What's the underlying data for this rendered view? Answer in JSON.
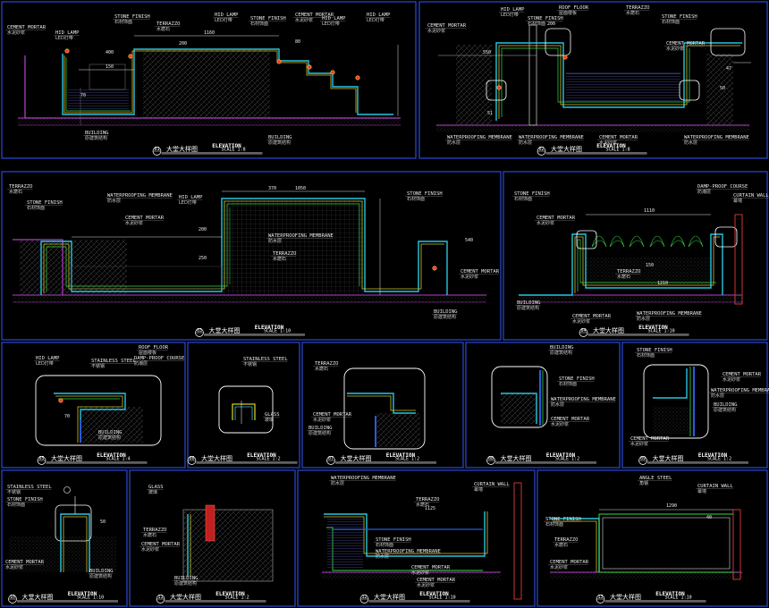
{
  "colors": {
    "background": "#000000",
    "frame": "#2a4ad8",
    "concrete": "#b03cc8",
    "stone": "#27c6e0",
    "mortar": "#d8c427",
    "waterproof": "#3ad84a",
    "dims": "#e0e0e0",
    "lamp": "#ff3a2a"
  },
  "panels": [
    {
      "num": "01",
      "title": "ELEVATION",
      "title_cn": "大堂大样图",
      "scale": "SCALE 1:8",
      "labels": [
        {
          "en": "CEMENT MORTAR",
          "cn": "水泥砂浆"
        },
        {
          "en": "HID LAMP",
          "cn": "LED灯带"
        },
        {
          "en": "STONE FINISH",
          "cn": "石材饰面"
        },
        {
          "en": "TERRAZZO",
          "cn": "水磨石"
        },
        {
          "en": "HID LAMP",
          "cn": "LED灯带"
        },
        {
          "en": "STONE FINISH",
          "cn": "石材饰面"
        },
        {
          "en": "CEMENT MORTAR",
          "cn": "水泥砂浆"
        },
        {
          "en": "HID LAMP",
          "cn": "LED灯带"
        },
        {
          "en": "HID LAMP",
          "cn": "LED灯带"
        },
        {
          "en": "BUILDING",
          "cn": "原建筑结构"
        },
        {
          "en": "BUILDING",
          "cn": "原建筑结构"
        }
      ],
      "dims": [
        "1160",
        "150",
        "400",
        "70",
        "200",
        "80"
      ]
    },
    {
      "num": "02",
      "title": "ELEVATION",
      "title_cn": "大堂大样图",
      "scale": "SCALE 1:8",
      "labels": [
        {
          "en": "CEMENT MORTAR",
          "cn": "水泥砂浆"
        },
        {
          "en": "HID LAMP",
          "cn": "LED灯带"
        },
        {
          "en": "STONE FINISH",
          "cn": "石材饰面"
        },
        {
          "en": "ROOF FLOOR",
          "cn": "屋面楼板"
        },
        {
          "en": "TERRAZZO",
          "cn": "水磨石"
        },
        {
          "en": "STONE FINISH",
          "cn": "石材饰面"
        },
        {
          "en": "CEMENT MORTAR",
          "cn": "水泥砂浆"
        },
        {
          "en": "WATERPROOFING MEMBRANE",
          "cn": "防水层"
        },
        {
          "en": "WATERPROOFING MEMBRANE",
          "cn": "防水层"
        },
        {
          "en": "CEMENT MORTAR",
          "cn": "水泥砂浆"
        },
        {
          "en": "WATERPROOFING MEMBRANE",
          "cn": "防水层"
        }
      ],
      "dims": [
        "550",
        "200",
        "47",
        "50",
        "51"
      ]
    },
    {
      "num": "03",
      "title": "ELEVATION",
      "title_cn": "大堂大样图",
      "scale": "SCALE 1:10",
      "labels": [
        {
          "en": "TERRAZZO",
          "cn": "水磨石"
        },
        {
          "en": "STONE FINISH",
          "cn": "石材饰面"
        },
        {
          "en": "WATERPROOFING MEMBRANE",
          "cn": "防水层"
        },
        {
          "en": "CEMENT MORTAR",
          "cn": "水泥砂浆"
        },
        {
          "en": "HID LAMP",
          "cn": "LED灯带"
        },
        {
          "en": "WATERPROOFING MEMBRANE",
          "cn": "防水层"
        },
        {
          "en": "TERRAZZO",
          "cn": "水磨石"
        },
        {
          "en": "STONE FINISH",
          "cn": "石材饰面"
        },
        {
          "en": "CEMENT MORTAR",
          "cn": "水泥砂浆"
        },
        {
          "en": "BUILDING",
          "cn": "原建筑结构"
        }
      ],
      "dims": [
        "1050",
        "370",
        "200",
        "250",
        "540"
      ]
    },
    {
      "num": "04",
      "title": "ELEVATION",
      "title_cn": "大堂大样图",
      "scale": "SCALE 1:10",
      "labels": [
        {
          "en": "STONE FINISH",
          "cn": "石材饰面"
        },
        {
          "en": "CEMENT MORTAR",
          "cn": "水泥砂浆"
        },
        {
          "en": "DAMP-PROOF COURSE",
          "cn": "防潮层"
        },
        {
          "en": "CURTAIN WALL",
          "cn": "幕墙"
        },
        {
          "en": "TERRAZZO",
          "cn": "水磨石"
        },
        {
          "en": "BUILDING",
          "cn": "原建筑结构"
        },
        {
          "en": "CEMENT MORTAR",
          "cn": "水泥砂浆"
        },
        {
          "en": "WATERPROOFING MEMBRANE",
          "cn": "防水层"
        }
      ],
      "dims": [
        "1110",
        "150",
        "1210"
      ]
    },
    {
      "num": "05",
      "title": "ELEVATION",
      "title_cn": "大堂大样图",
      "scale": "SCALE 1:4",
      "labels": [
        {
          "en": "HID LAMP",
          "cn": "LED灯带"
        },
        {
          "en": "STAINLESS STEEL",
          "cn": "不锈钢"
        },
        {
          "en": "ROOF FLOOR",
          "cn": "屋面楼板"
        },
        {
          "en": "DAMP-PROOF COURSE",
          "cn": "防潮层"
        },
        {
          "en": "BUILDING",
          "cn": "原建筑结构"
        }
      ],
      "dims": [
        "70"
      ]
    },
    {
      "num": "06",
      "title": "ELEVATION",
      "title_cn": "大堂大样图",
      "scale": "SCALE 1:2",
      "labels": [
        {
          "en": "STAINLESS STEEL",
          "cn": "不锈钢"
        },
        {
          "en": "GLASS",
          "cn": "玻璃"
        }
      ],
      "dims": []
    },
    {
      "num": "07",
      "title": "ELEVATION",
      "title_cn": "大堂大样图",
      "scale": "SCALE 1:2",
      "labels": [
        {
          "en": "TERRAZZO",
          "cn": "水磨石"
        },
        {
          "en": "CEMENT MORTAR",
          "cn": "水泥砂浆"
        },
        {
          "en": "BUILDING",
          "cn": "原建筑结构"
        }
      ],
      "dims": []
    },
    {
      "num": "08",
      "title": "ELEVATION",
      "title_cn": "大堂大样图",
      "scale": "SCALE 1:2",
      "labels": [
        {
          "en": "BUILDING",
          "cn": "原建筑结构"
        },
        {
          "en": "STONE FINISH",
          "cn": "石材饰面"
        },
        {
          "en": "WATERPROOFING MEMBRANE",
          "cn": "防水层"
        },
        {
          "en": "CEMENT MORTAR",
          "cn": "水泥砂浆"
        }
      ],
      "dims": []
    },
    {
      "num": "09",
      "title": "ELEVATION",
      "title_cn": "大堂大样图",
      "scale": "SCALE 1:2",
      "labels": [
        {
          "en": "STONE FINISH",
          "cn": "石材饰面"
        },
        {
          "en": "CEMENT MORTAR",
          "cn": "水泥砂浆"
        },
        {
          "en": "WATERPROOFING MEMBRANE",
          "cn": "防水层"
        },
        {
          "en": "BUILDING",
          "cn": "原建筑结构"
        },
        {
          "en": "CEMENT MORTAR",
          "cn": "水泥砂浆"
        }
      ],
      "dims": []
    },
    {
      "num": "10",
      "title": "ELEVATION",
      "title_cn": "大堂大样图",
      "scale": "SCALE 1:10",
      "labels": [
        {
          "en": "STAINLESS STEEL",
          "cn": "不锈钢"
        },
        {
          "en": "STONE FINISH",
          "cn": "石材饰面"
        },
        {
          "en": "CEMENT MORTAR",
          "cn": "水泥砂浆"
        },
        {
          "en": "BUILDING",
          "cn": "原建筑结构"
        }
      ],
      "dims": [
        "50"
      ]
    },
    {
      "num": "11",
      "title": "ELEVATION",
      "title_cn": "大堂大样图",
      "scale": "SCALE 1:2",
      "labels": [
        {
          "en": "GLASS",
          "cn": "玻璃"
        },
        {
          "en": "TERRAZZO",
          "cn": "水磨石"
        },
        {
          "en": "CEMENT MORTAR",
          "cn": "水泥砂浆"
        },
        {
          "en": "BUILDING",
          "cn": "原建筑结构"
        }
      ],
      "dims": []
    },
    {
      "num": "12",
      "title": "ELEVATION",
      "title_cn": "大堂大样图",
      "scale": "SCALE 1:10",
      "labels": [
        {
          "en": "WATERPROOFING MEMBRANE",
          "cn": "防水层"
        },
        {
          "en": "CURTAIN WALL",
          "cn": "幕墙"
        },
        {
          "en": "TERRAZZO",
          "cn": "水磨石"
        },
        {
          "en": "STONE FINISH",
          "cn": "石材饰面"
        },
        {
          "en": "WATERPROOFING MEMBRANE",
          "cn": "防水层"
        },
        {
          "en": "CEMENT MORTAR",
          "cn": "水泥砂浆"
        },
        {
          "en": "CEMENT MORTAR",
          "cn": "水泥砂浆"
        }
      ],
      "dims": [
        "1125"
      ]
    },
    {
      "num": "13",
      "title": "ELEVATION",
      "title_cn": "大堂大样图",
      "scale": "SCALE 1:10",
      "labels": [
        {
          "en": "ANGLE STEEL",
          "cn": "角钢"
        },
        {
          "en": "CURTAIN WALL",
          "cn": "幕墙"
        },
        {
          "en": "STONE FINISH",
          "cn": "石材饰面"
        },
        {
          "en": "TERRAZZO",
          "cn": "水磨石"
        },
        {
          "en": "CEMENT MORTAR",
          "cn": "水泥砂浆"
        }
      ],
      "dims": [
        "1290",
        "40"
      ]
    }
  ]
}
